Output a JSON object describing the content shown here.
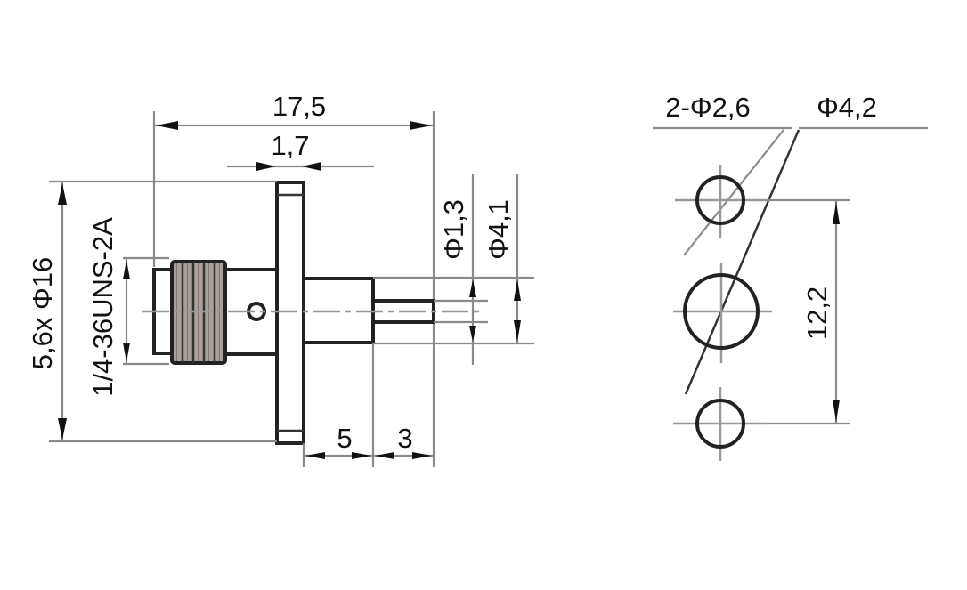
{
  "drawing": {
    "title": "SMA panel-mount jack connector dimension drawing",
    "side_view": {
      "overall_length": "17,5",
      "flange_thickness": "1,7",
      "flange_holes_and_diameter": "5,6x Φ16",
      "thread_spec": "1/4-36UNS-2A",
      "pin_diameter": "Φ1,3",
      "body_diameter": "Φ4,1",
      "body_length": "5",
      "pin_length": "3"
    },
    "panel_cutout": {
      "mount_holes": "2-Φ2,6",
      "center_hole": "Φ4,2",
      "hole_spacing": "12,2"
    },
    "colors": {
      "line": "#222222",
      "dimension_line": "#8a8a8a",
      "thread_fill": "#9c9088"
    }
  }
}
